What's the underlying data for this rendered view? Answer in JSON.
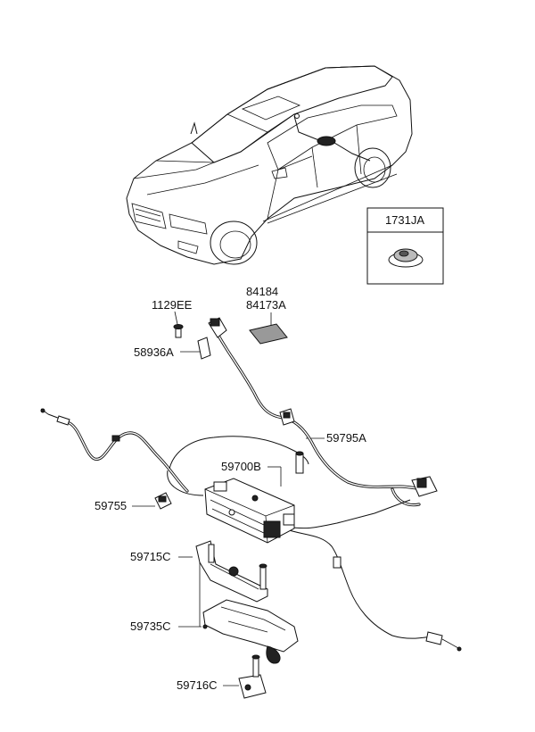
{
  "labels": {
    "inset_part": "1731JA",
    "part_84184": "84184",
    "part_84173A": "84173A",
    "part_1129EE": "1129EE",
    "part_58936A": "58936A",
    "part_59795A": "59795A",
    "part_59700B": "59700B",
    "part_59755": "59755",
    "part_59715C": "59715C",
    "part_59735C": "59735C",
    "part_59716C": "59716C"
  }
}
